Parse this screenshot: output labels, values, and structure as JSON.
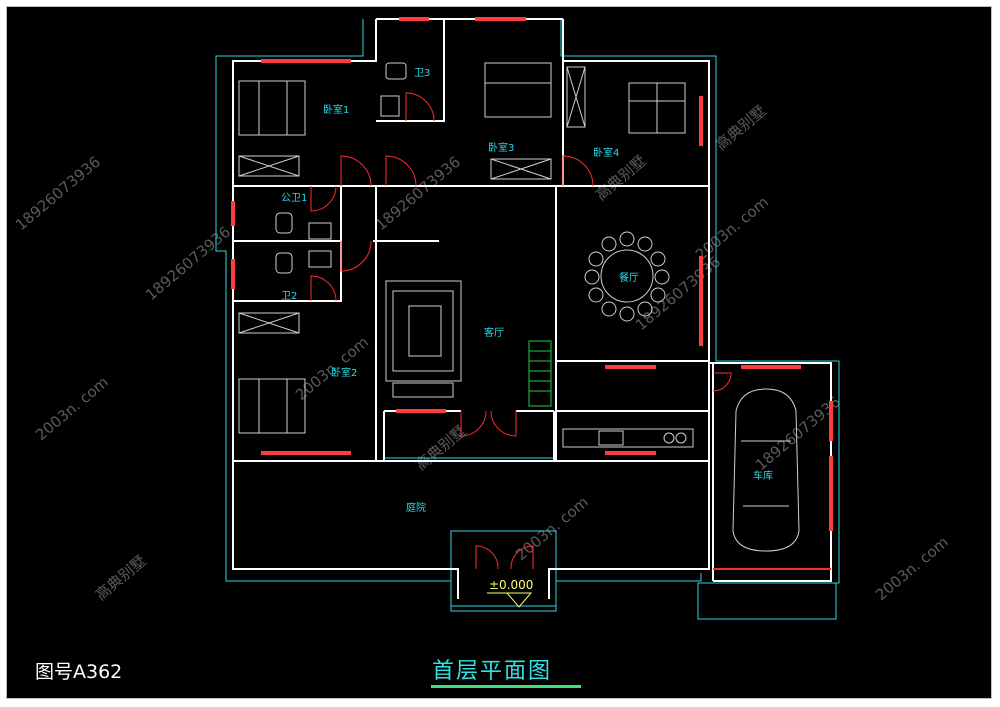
{
  "drawing_number": "图号A362",
  "plan_title": "首层平面图",
  "elevation_mark": "±0.000",
  "rooms": {
    "bedroom1": "卧室1",
    "bedroom2": "卧室2",
    "bedroom3": "卧室3",
    "bedroom4": "卧室4",
    "bath1": "公卫1",
    "bath2": "卫2",
    "bath3": "卫3",
    "dining": "餐厅",
    "living": "客厅",
    "courtyard": "庭院",
    "garage": "车库"
  },
  "watermarks": [
    "18926073936",
    "2003n. com",
    "高典别墅"
  ],
  "colors": {
    "wall": "#ffffff",
    "window": "#ff3b3b",
    "door": "#ff2a2a",
    "outline": "#2ed6e0",
    "title": "#2ee3e6",
    "underline": "#3ee07a",
    "stair": "#22cc44",
    "watermark": "#5a5a5a"
  }
}
